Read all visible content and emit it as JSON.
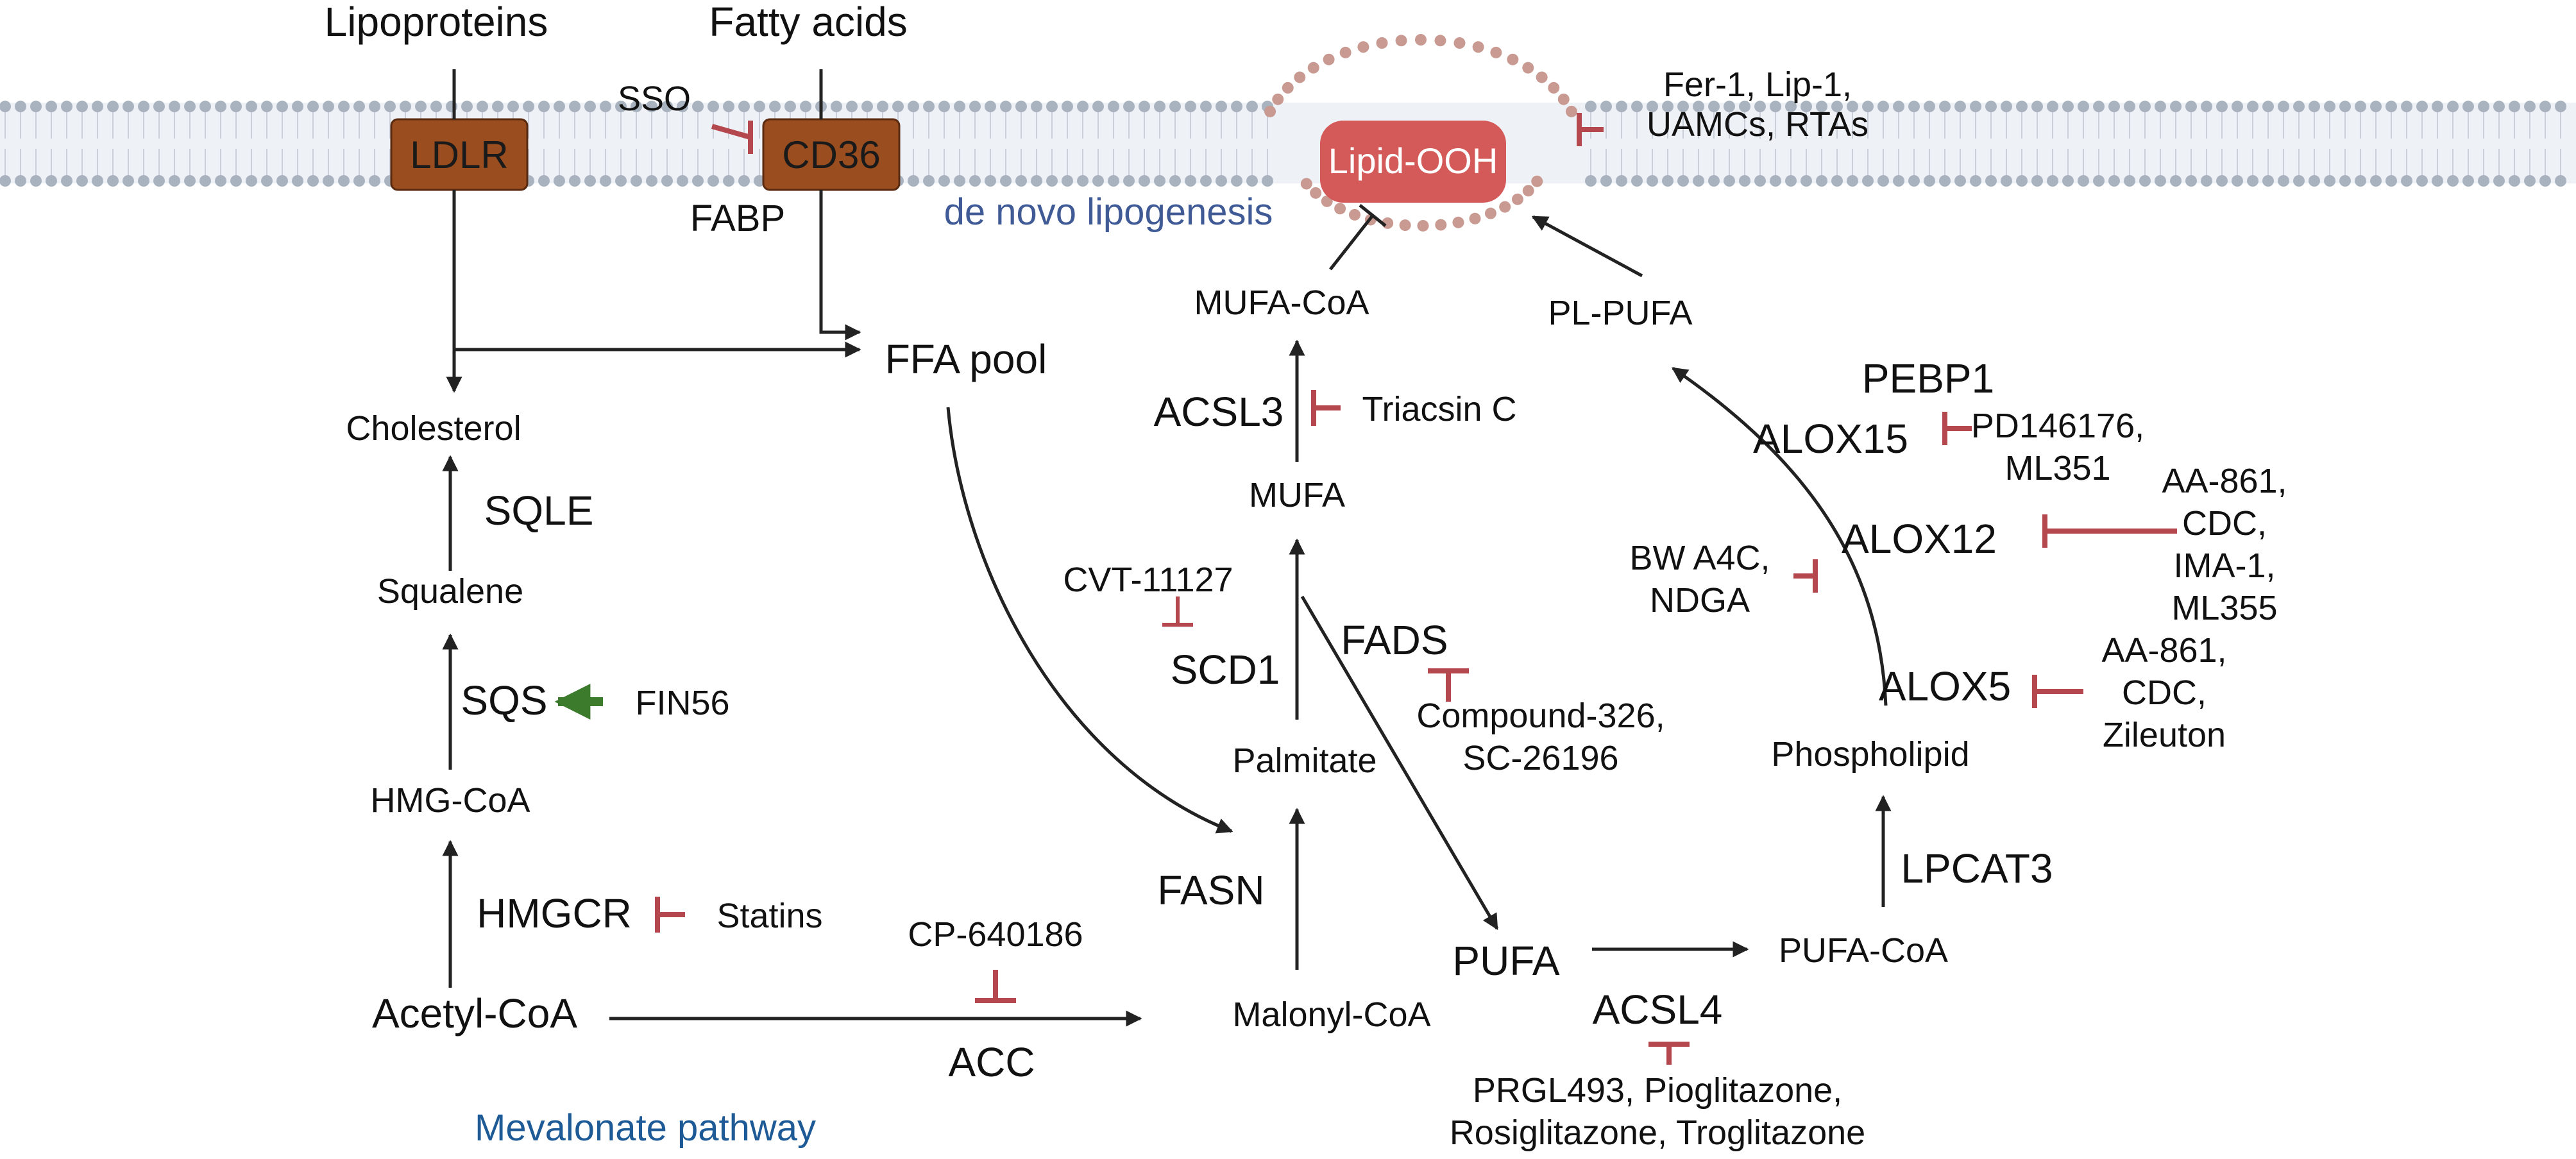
{
  "membrane": {
    "inputs": {
      "lipoproteins": "Lipoproteins",
      "fatty_acids": "Fatty acids"
    },
    "receptors": {
      "ldlr": "LDLR",
      "cd36": "CD36"
    },
    "sso": "SSO",
    "fabp": "FABP",
    "lipid_ooh": "Lipid-OOH",
    "dnl": "de novo lipogenesis",
    "radical_trappers": [
      "Fer-1, Lip-1,",
      "UAMCs, RTAs"
    ]
  },
  "mevalonate": {
    "title": "Mevalonate pathway",
    "cholesterol": "Cholesterol",
    "sqle": "SQLE",
    "squalene": "Squalene",
    "sqs": "SQS",
    "fin56": "FIN56",
    "hmg_coa": "HMG-CoA",
    "hmgcr": "HMGCR",
    "statins": "Statins",
    "acetyl_coa": "Acetyl-CoA"
  },
  "lipogenesis": {
    "ffa_pool": "FFA pool",
    "acc": "ACC",
    "cp640186": "CP-640186",
    "malonyl_coa": "Malonyl-CoA",
    "fasn": "FASN",
    "palmitate": "Palmitate",
    "scd1": "SCD1",
    "cvt": "CVT-11127",
    "mufa": "MUFA",
    "acsl3": "ACSL3",
    "triacsin": "Triacsin C",
    "mufa_coa": "MUFA-CoA",
    "fads": "FADS",
    "fads_inhibitors": [
      "Compound-326,",
      "SC-26196"
    ]
  },
  "pufa": {
    "pufa": "PUFA",
    "pufa_coa": "PUFA-CoA",
    "acsl4": "ACSL4",
    "acsl4_inhibitors": [
      "PRGL493, Pioglitazone,",
      "Rosiglitazone, Troglitazone"
    ],
    "lpcat3": "LPCAT3",
    "phospholipid": "Phospholipid",
    "pl_pufa": "PL-PUFA",
    "pebp1": "PEBP1",
    "alox15": "ALOX15",
    "alox15_inhibitors": [
      "PD146176,",
      "ML351"
    ],
    "alox12": "ALOX12",
    "alox12_inhibitors": [
      "AA-861,",
      "CDC,",
      "IMA-1,",
      "ML355"
    ],
    "alox_general_inhibitors": [
      "BW A4C,",
      "NDGA"
    ],
    "alox5": "ALOX5",
    "alox5_inhibitors": [
      "AA-861,",
      "CDC,",
      "Zileuton"
    ]
  },
  "colors": {
    "inhibitor": "#b5474f",
    "activator": "#3c7a2c",
    "arrow": "#222222",
    "membrane_bead": "#a9b3bf",
    "receptor_fill": "#9a4d1f",
    "lipid_ooh_fill": "#d45a5a",
    "peroxidized_bead": "#c99a92",
    "membrane_label": "#3f5a95",
    "mevalonate_label": "#1e5b96"
  }
}
